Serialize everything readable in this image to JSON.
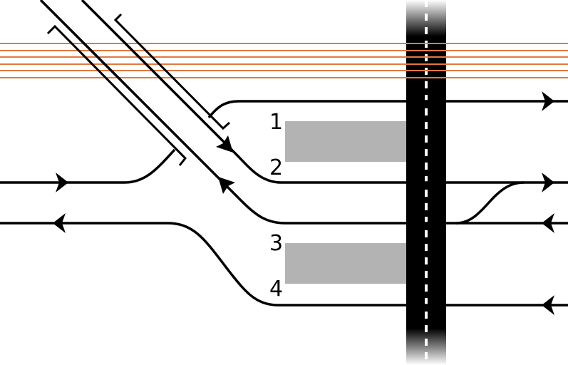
{
  "diagram": {
    "platforms": [
      {
        "tracks": [
          "1",
          "2"
        ]
      },
      {
        "tracks": [
          "3",
          "4"
        ]
      }
    ],
    "track_labels": [
      "1",
      "2",
      "3",
      "4"
    ],
    "colors": {
      "wires": "#e07a40",
      "platform": "#b3b3b3",
      "road": "#000000",
      "track": "#000000"
    }
  }
}
